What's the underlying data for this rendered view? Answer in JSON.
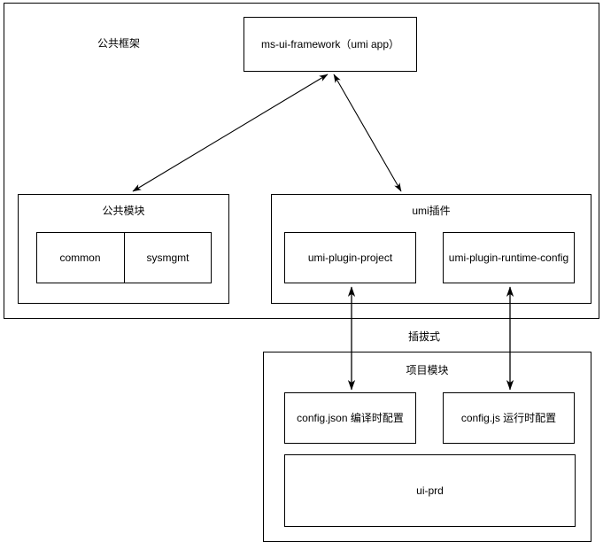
{
  "diagram": {
    "title_label": "公共框架",
    "pluggable_label": "插拔式",
    "stroke_color": "#000000",
    "background_color": "#ffffff",
    "nodes": {
      "framework_app": "ms-ui-framework（umi app）",
      "common_modules_group": "公共模块",
      "common": "common",
      "sysmgmt": "sysmgmt",
      "umi_plugins_group": "umi插件",
      "umi_plugin_project": "umi-plugin-project",
      "umi_plugin_runtime_config": "umi-plugin-runtime-config",
      "project_modules_group": "项目模块",
      "config_json": "config.json 编译时配置",
      "config_js": "config.js 运行时配置",
      "ui_prd": "ui-prd"
    },
    "edges": [
      {
        "name": "framework-to-common-modules",
        "from": "ms-ui-framework（umi app）",
        "to": "公共模块",
        "style": "bidirectional"
      },
      {
        "name": "framework-to-umi-plugins",
        "from": "ms-ui-framework（umi app）",
        "to": "umi插件",
        "style": "bidirectional"
      },
      {
        "name": "umi-plugin-project-to-config-json",
        "from": "umi-plugin-project",
        "to": "config.json 编译时配置",
        "style": "bidirectional"
      },
      {
        "name": "umi-plugin-runtime-config-to-config-js",
        "from": "umi-plugin-runtime-config",
        "to": "config.js 运行时配置",
        "style": "bidirectional"
      }
    ]
  }
}
